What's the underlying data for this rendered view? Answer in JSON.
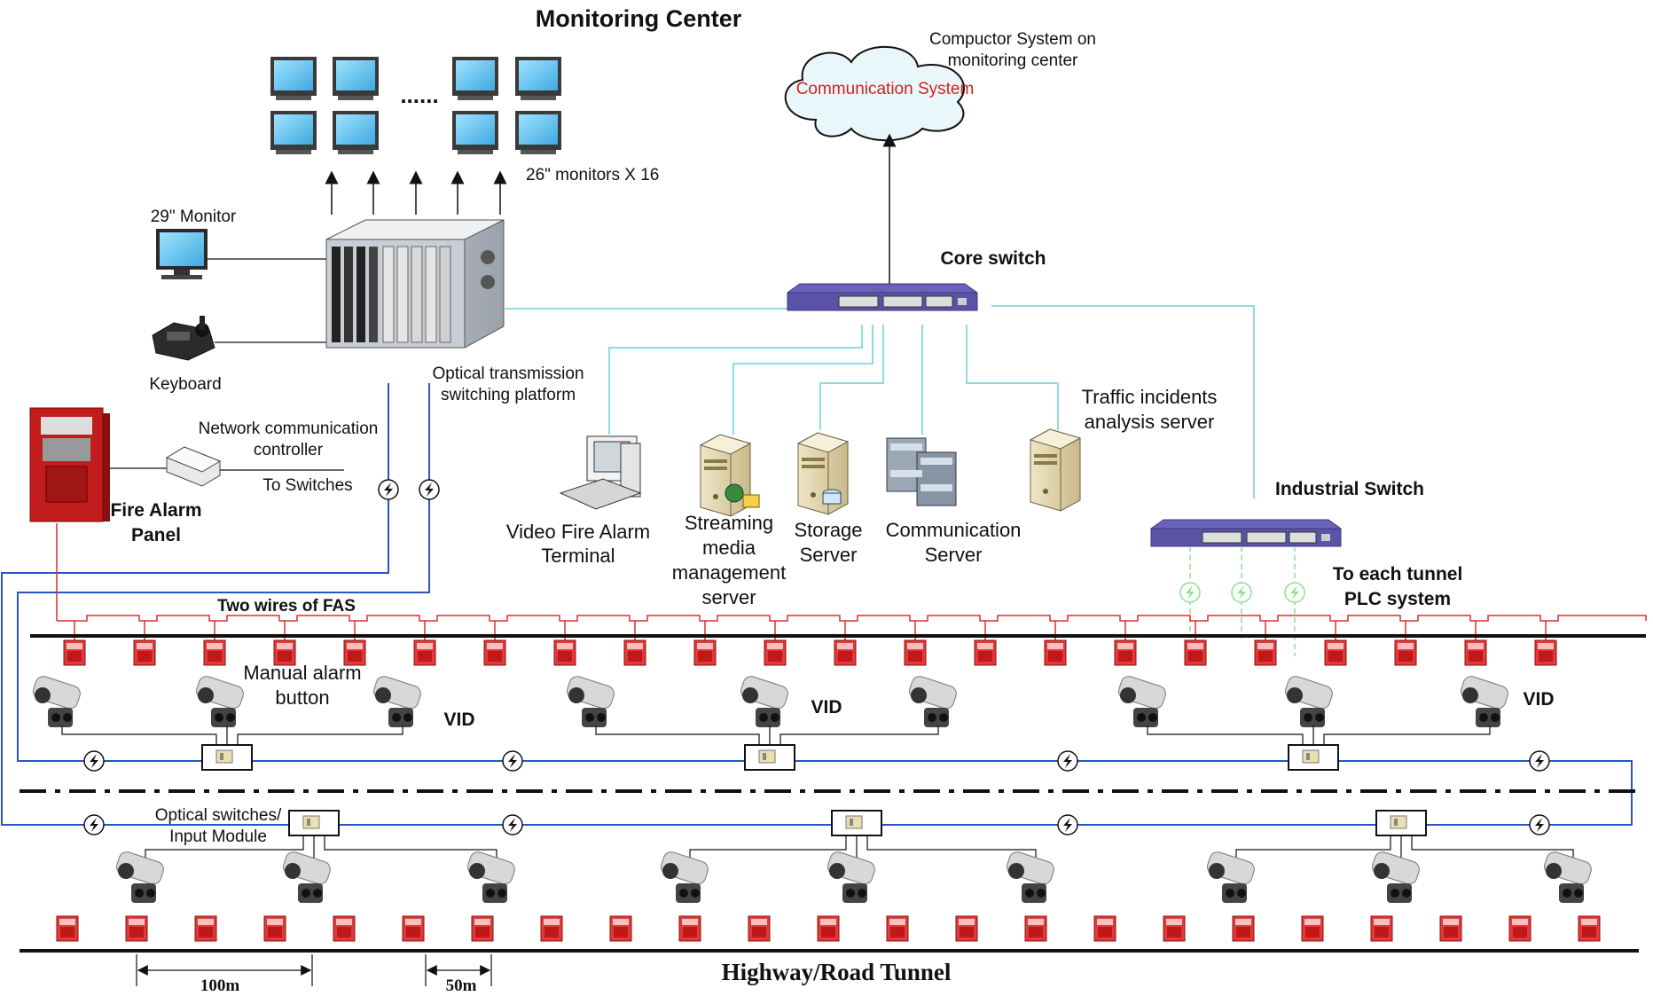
{
  "title": "Monitoring Center",
  "cloud": {
    "caption_line1": "Compuctor System on",
    "caption_line2": "monitoring center",
    "label": "Communication System"
  },
  "monitors_label": "26\" monitors X 16",
  "monitor_ellipsis": "......",
  "monitor29_label": "29\" Monitor",
  "keyboard_label": "Keyboard",
  "platform_label_line1": "Optical transmission",
  "platform_label_line2": "switching platform",
  "ncc_label_line1": "Network communication",
  "ncc_label_line2": "controller",
  "to_switches": "To Switches",
  "fire_panel_line1": "Fire Alarm",
  "fire_panel_line2": "Panel",
  "core_switch": "Core switch",
  "industrial_switch": "Industrial Switch",
  "servers": {
    "vfa_line1": "Video Fire Alarm",
    "vfa_line2": "Terminal",
    "stream_line1": "Streaming",
    "stream_line2": "media",
    "stream_line3": "management",
    "stream_line4": "server",
    "storage_line1": "Storage",
    "storage_line2": "Server",
    "comm_line1": "Communication",
    "comm_line2": "Server",
    "traffic_line1": "Traffic incidents",
    "traffic_line2": "analysis server"
  },
  "plc_line1": "To each tunnel",
  "plc_line2": "PLC system",
  "fas_label": "Two wires of FAS",
  "manual_alarm_line1": "Manual alarm",
  "manual_alarm_line2": "button",
  "vid_label": "VID",
  "optical_switch_line1": "Optical switches/",
  "optical_switch_line2": "Input Module",
  "tunnel_label": "Highway/Road Tunnel",
  "dim_100": "100m",
  "dim_50": "50m",
  "colors": {
    "fiber": "#2a55c8",
    "net": "#8fdcdc",
    "fas": "#d83030",
    "switch": "#5b53a8",
    "plc": "#8be28b"
  }
}
